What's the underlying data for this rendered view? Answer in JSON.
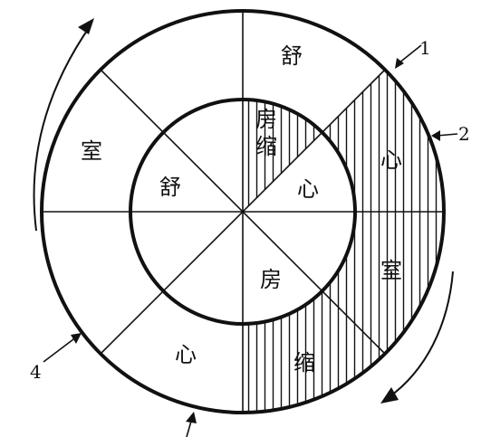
{
  "outer_ring": {
    "segments": [
      {
        "id": "top",
        "label": "舒"
      },
      {
        "id": "upper-right",
        "label": "心"
      },
      {
        "id": "lower-right",
        "label": "室"
      },
      {
        "id": "bottom-right",
        "label": "缩"
      },
      {
        "id": "bottom-left",
        "label": "心"
      },
      {
        "id": "left",
        "label": "室"
      }
    ]
  },
  "inner_circle": {
    "segments": [
      {
        "id": "upper-left",
        "label": "舒"
      },
      {
        "id": "upper-right-a",
        "label": "房"
      },
      {
        "id": "upper-right-b",
        "label": "缩"
      },
      {
        "id": "right",
        "label": "心"
      },
      {
        "id": "bottom",
        "label": "房"
      }
    ]
  },
  "callouts": [
    {
      "id": "c1",
      "label": "1"
    },
    {
      "id": "c2",
      "label": "2"
    },
    {
      "id": "c4",
      "label": "4"
    }
  ],
  "colors": {
    "ink": "#111111",
    "background": "#ffffff"
  }
}
